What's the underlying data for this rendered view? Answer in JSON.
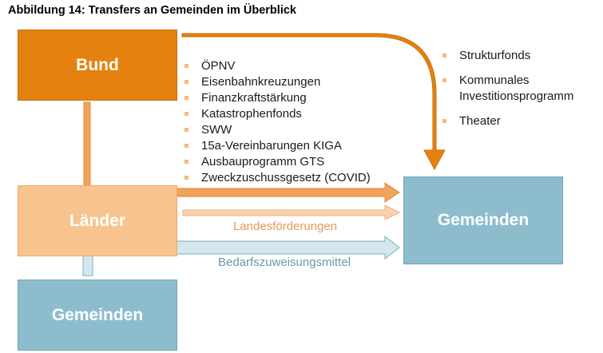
{
  "title": "Abbildung 14: Transfers an Gemeinden im Überblick",
  "boxes": {
    "bund": "Bund",
    "laender": "Länder",
    "gemeinden_left": "Gemeinden",
    "gemeinden_right": "Gemeinden"
  },
  "bund_to_gemeinden_items": [
    "ÖPNV",
    "Eisenbahnkreuzungen",
    "Finanzkraftstärkung",
    "Katastrophenfonds",
    "SWW",
    "15a-Vereinbarungen KIGA",
    "Ausbauprogramm GTS",
    "Zweckzuschussgesetz (COVID)"
  ],
  "bund_direct_items": [
    "Strukturfonds",
    "Kommunales Investitionsprogramm",
    "Theater"
  ],
  "flow_labels": {
    "landesfoerderungen": "Landesförderungen",
    "bedarfszuweisungsmittel": "Bedarfszuweisungsmittel"
  },
  "colors": {
    "bund": "#e5820f",
    "laender": "#f7c48f",
    "gemeinden": "#8dbdcc"
  }
}
